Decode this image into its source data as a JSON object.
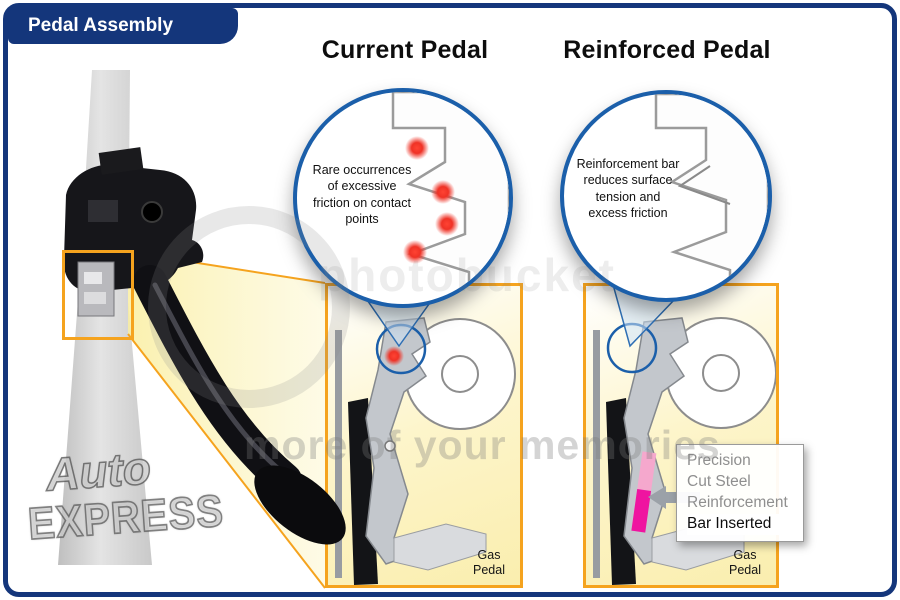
{
  "header": {
    "title": "Pedal Assembly"
  },
  "panels": {
    "current": {
      "heading": "Current Pedal",
      "zoom_note": "Rare occurrences of excessive friction on contact points",
      "pedal_label": "Gas Pedal"
    },
    "reinforced": {
      "heading": "Reinforced Pedal",
      "zoom_note": "Reinforcement bar reduces surface tension and excess friction",
      "pedal_label": "Gas Pedal"
    }
  },
  "callout": {
    "lines": [
      "Precision",
      "Cut Steel",
      "Reinforcement",
      "Bar Inserted"
    ]
  },
  "watermarks": {
    "brand_top": "Auto",
    "brand_bottom": "EXPRESS",
    "tagline": "more of your memories",
    "ghost": "photobucket"
  },
  "colors": {
    "frame_blue": "#14367b",
    "highlight_orange": "#f5a31e",
    "zoom_ring_blue": "#1b5faa",
    "friction_red": "#e63226",
    "reinforcement_pink": "#ef14a0"
  }
}
